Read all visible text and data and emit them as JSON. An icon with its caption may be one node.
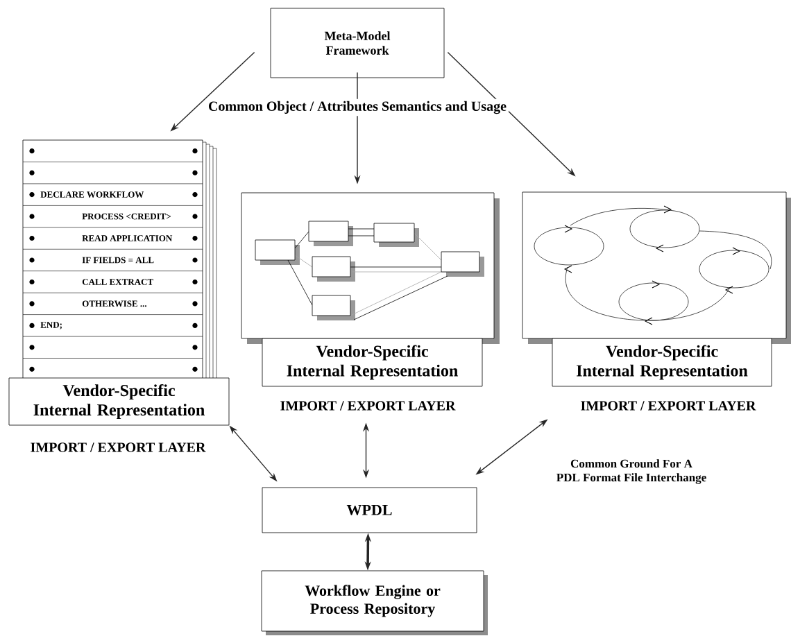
{
  "diagram": {
    "nodes": [
      {
        "text": [
          "Meta-Model Framework"
        ]
      },
      {
        "text": [
          "DECLARE WORKFLOW",
          "PROCESS <CREDIT>",
          "READ APPLICATION",
          "IF FIELDS = ALL",
          "CALL EXTRACT",
          "OTHERWISE ...",
          "END;"
        ]
      },
      {
        "text": [
          "Vendor-Specific Internal Representation"
        ],
        "beside": [
          "IMPORT / EXPORT LAYER"
        ]
      },
      {
        "text": [],
        "shape": "box"
      },
      {
        "text": [
          "Vendor-Specific Internal Representation"
        ],
        "beside": [
          "IMPORT / EXPORT LAYER"
        ]
      },
      {
        "text": [],
        "shape": "box"
      },
      {
        "text": [
          "Vendor-Specific Internal Representation"
        ],
        "beside": [
          "IMPORT / EXPORT LAYER"
        ]
      },
      {
        "text": [
          "WPDL"
        ]
      },
      {
        "text": [
          "Workflow Engine or Process Repository"
        ]
      }
    ],
    "edges": [
      {
        "from": 0,
        "to": 1,
        "arrow": "to"
      },
      {
        "from": 0,
        "to": 3,
        "arrow": "to"
      },
      {
        "from": 0,
        "to": 5,
        "arrow": "to"
      },
      {
        "from": 2,
        "to": 7,
        "arrow": "both"
      },
      {
        "from": 4,
        "to": 7,
        "arrow": "both"
      },
      {
        "from": 6,
        "to": 7,
        "arrow": "both"
      },
      {
        "from": 7,
        "to": 8,
        "arrow": "both",
        "style": "thick"
      }
    ],
    "labels": [
      "Common Object / Attributes Semantics and Usage",
      "Common Ground For A PDL Format File Interchange"
    ]
  }
}
